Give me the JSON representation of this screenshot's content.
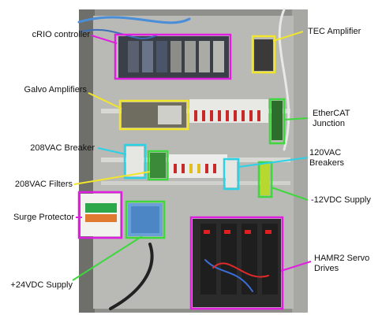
{
  "labels": {
    "crio": "cRIO controller",
    "tec": "TEC Amplifier",
    "galvo": "Galvo Amplifiers",
    "ethercat_1": "EtherCAT",
    "ethercat_2": "Junction",
    "vac208_breaker": "208VAC Breaker",
    "vac120_1": "120VAC",
    "vac120_2": "Breakers",
    "vac208_filters": "208VAC Filters",
    "minus12": "-12VDC Supply",
    "surge": "Surge Protector",
    "servo_1": "HAMR2 Servo",
    "servo_2": "Drives",
    "plus24": "+24VDC Supply"
  },
  "colors": {
    "magenta": "#e01ee0",
    "yellow": "#f2e62a",
    "cyan": "#2ad2e6",
    "green": "#3cd83c",
    "enclosure": "#9a9a9a",
    "panel": "#c9c9c6"
  }
}
